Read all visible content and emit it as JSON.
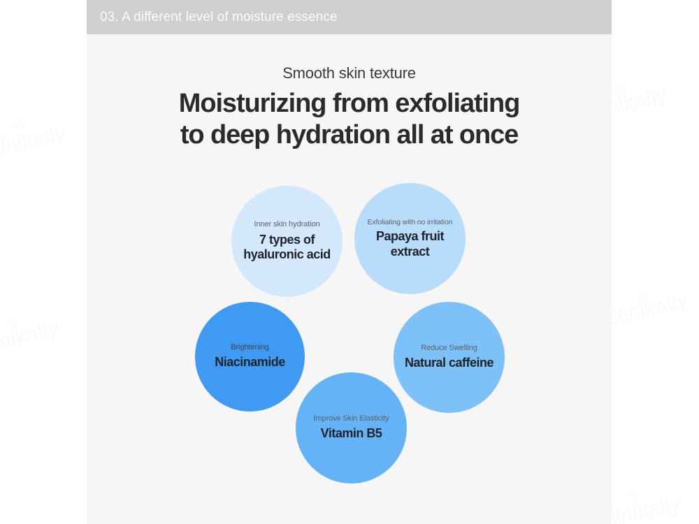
{
  "watermark": {
    "text": "Clinikally",
    "mark": "◎"
  },
  "header": {
    "title": "03. A different level of moisture essence",
    "bar_color": "#cfcfcf",
    "text_color": "#fbfbfb"
  },
  "headings": {
    "eyebrow": "Smooth skin texture",
    "line1": "Moisturizing from exfoliating",
    "line2": "to deep hydration all at once"
  },
  "bubbles": [
    {
      "id": "hyaluronic",
      "caption": "Inner skin hydration",
      "title_line1": "7 types of",
      "title_line2": "hyaluronic acid",
      "color": "#d3e8fb"
    },
    {
      "id": "papaya",
      "caption": "Exfoliating with no irritation",
      "title_line1": "Papaya fruit",
      "title_line2": "extract",
      "color": "#b8ddfb"
    },
    {
      "id": "niacinamide",
      "caption": "Brightening",
      "title_line1": "Niacinamide",
      "title_line2": "",
      "color": "#3f9af4"
    },
    {
      "id": "caffeine",
      "caption": "Reduce Swelling",
      "title_line1": "Natural caffeine",
      "title_line2": "",
      "color": "#7cc1f7"
    },
    {
      "id": "vitaminb5",
      "caption": "Improve Skin Elasticity",
      "title_line1": "Vitamin B5",
      "title_line2": "",
      "color": "#63b3f6"
    }
  ],
  "theme": {
    "page_background": "#ffffff",
    "panel_background": "#f6f6f6",
    "heading_color": "#2b2b2b",
    "caption_color": "#5b6168"
  }
}
